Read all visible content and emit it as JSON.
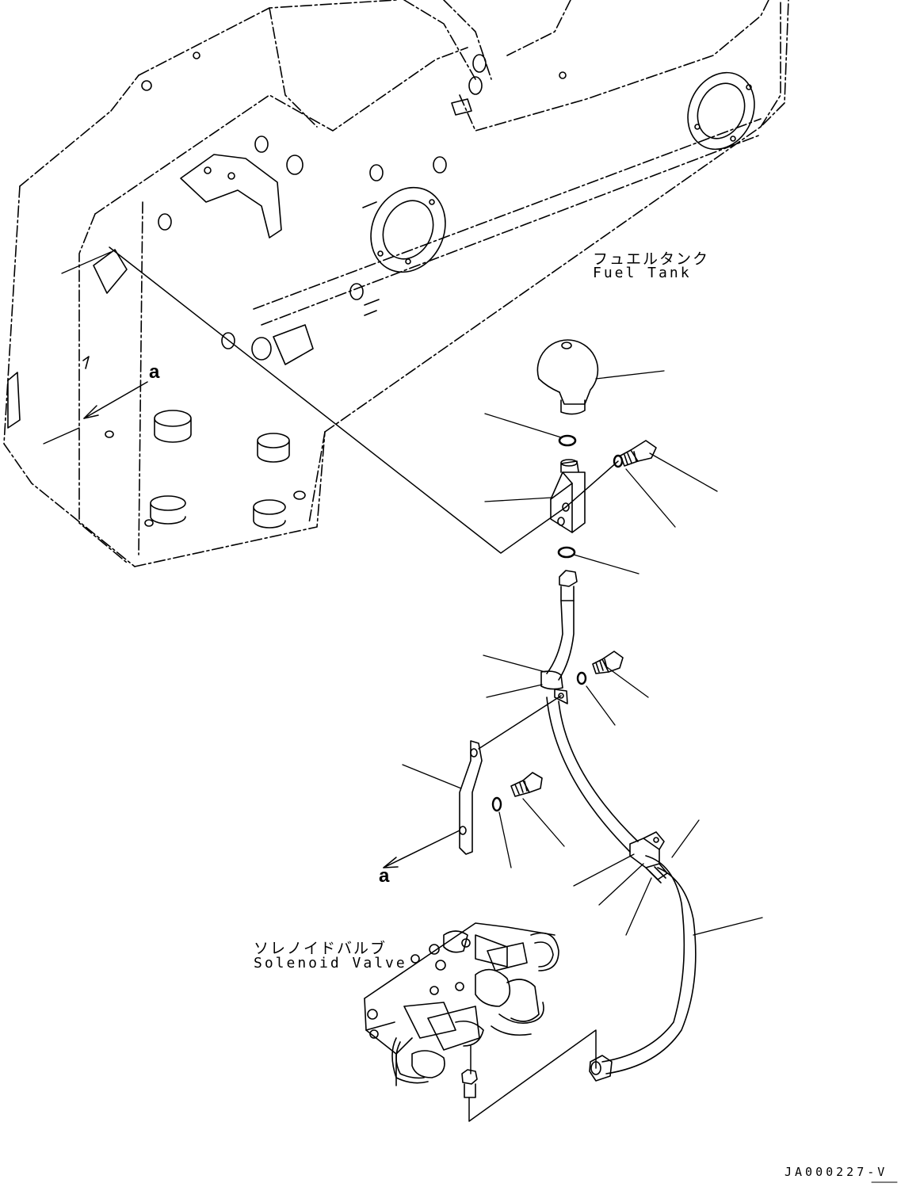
{
  "labels": {
    "fuel_tank_ja": "フュエルタンク",
    "fuel_tank_en": "Fuel Tank",
    "solenoid_valve_ja": "ソレノイドバルブ",
    "solenoid_valve_en": "Solenoid Valve",
    "view_mark_top": "a",
    "view_mark_bottom": "a",
    "drawing_code": "JA000227-V"
  }
}
